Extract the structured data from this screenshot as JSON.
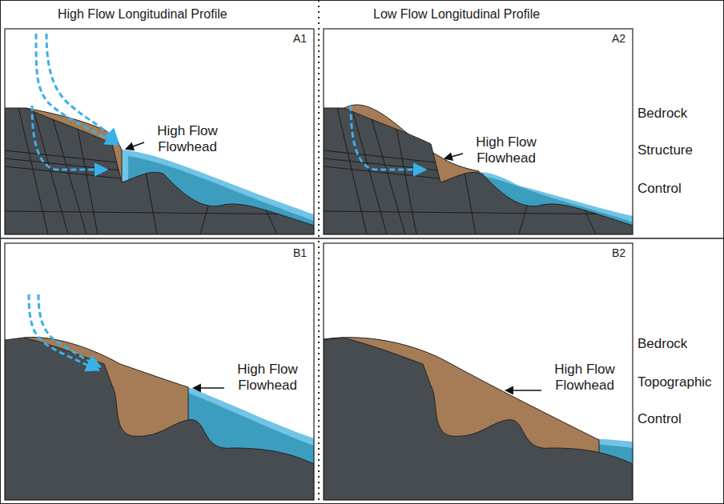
{
  "diagram": {
    "labels": [
      "High Flow Longitudinal Profile",
      "Low Flow Longitudinal Profile",
      "A1",
      "High Flow Flowhead",
      "A2",
      "High Flow Flowhead",
      "Bedrock",
      "Structure",
      "Control",
      "B1",
      "High Flow Flowhead",
      "B2",
      "High Flow Flowhead",
      "Bedrock",
      "Topographic",
      "Control"
    ]
  }
}
